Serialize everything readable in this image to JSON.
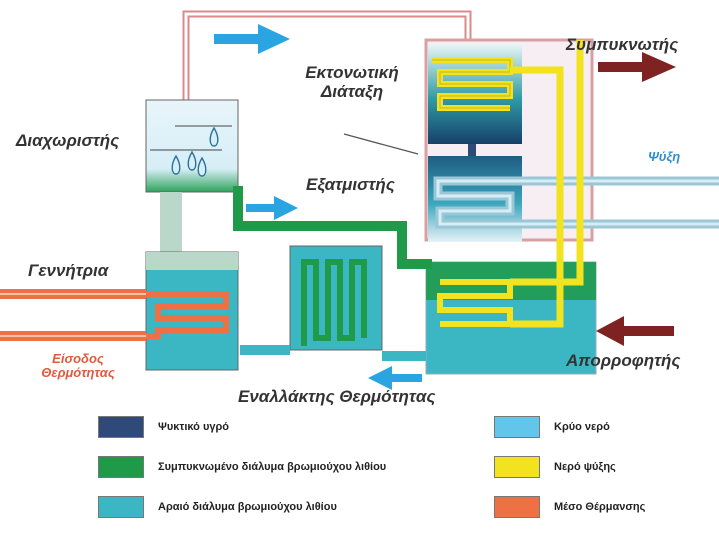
{
  "labels": {
    "separator": "Διαχωριστής",
    "expansion_device": "Εκτονωτική Διάταξη",
    "condenser": "Συμπυκνωτής",
    "evaporator": "Εξατμιστής",
    "cooling": "Ψύξη",
    "generator": "Γεννήτρια",
    "heat_input": "Είσοδος Θερμότητας",
    "absorber": "Απορροφητής",
    "heat_exchanger": "Εναλλάκτης Θερμότητας"
  },
  "legend": [
    {
      "label": "Ψυκτικό υγρό",
      "color": "#2f4a78"
    },
    {
      "label": "Συμπυκνωμένο διάλυμα βρωμιούχου λιθίου",
      "color": "#1f9a48"
    },
    {
      "label": "Αραιό διάλυμα βρωμιούχου λιθίου",
      "color": "#3bb7c4"
    },
    {
      "label": "Κρύο νερό",
      "color": "#62c5ea"
    },
    {
      "label": "Νερό ψύξης",
      "color": "#f3e21e"
    },
    {
      "label": "Μέσο Θέρμανσης",
      "color": "#ee7045"
    }
  ],
  "colors": {
    "refrigerant": "#2f4a78",
    "concentrated_solution": "#1f9a48",
    "dilute_solution": "#3bb7c4",
    "chilled_water": "#62c5ea",
    "cooling_water": "#f3e21e",
    "heating_medium": "#ee7045",
    "arrow_dark": "#7e2222",
    "arrow_blue": "#2aa5e2"
  }
}
